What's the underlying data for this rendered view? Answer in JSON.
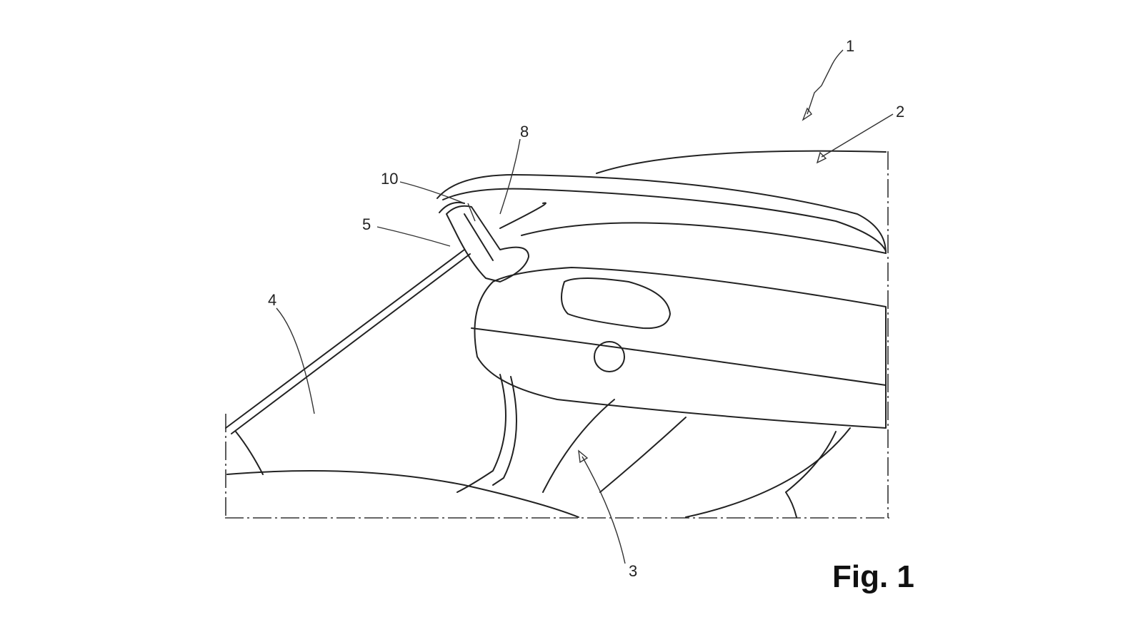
{
  "figure": {
    "caption": "Fig. 1",
    "reference_numerals": {
      "vehicle": "1",
      "rear_spoiler_body": "2",
      "seat_area": "3",
      "windscreen": "4",
      "pillar": "5",
      "mount": "8",
      "joint": "10"
    }
  }
}
